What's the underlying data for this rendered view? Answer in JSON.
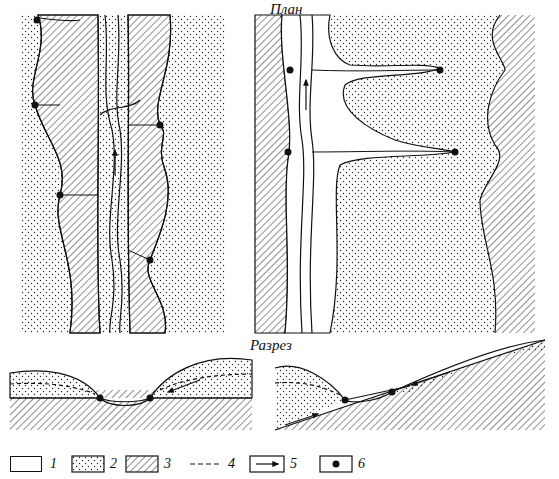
{
  "diagram": {
    "labels": [
      "План",
      "Разрез"
    ],
    "legend": [
      {
        "text": "1",
        "color": "#ffffff"
      },
      {
        "text": "2"
      },
      {
        "text": "3"
      },
      {
        "text": "4"
      },
      {
        "text": "5"
      },
      {
        "text": "6"
      }
    ]
  }
}
